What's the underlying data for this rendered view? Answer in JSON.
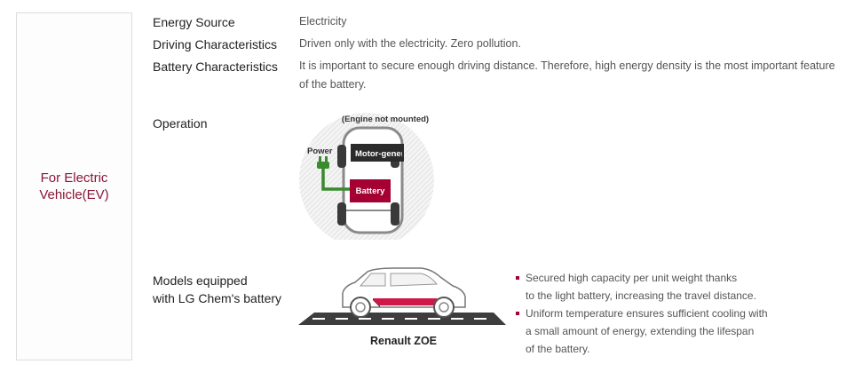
{
  "side": {
    "title_line1": "For Electric",
    "title_line2": "Vehicle(EV)"
  },
  "rows": {
    "energy_source": {
      "label": "Energy Source",
      "value": "Electricity"
    },
    "driving": {
      "label": "Driving Characteristics",
      "value": "Driven only with the electricity. Zero pollution."
    },
    "battery": {
      "label": "Battery Characteristics",
      "value_line1": "It is important to secure enough driving distance. Therefore, high energy density is the most important feature",
      "value_line2": "of the battery."
    }
  },
  "operation": {
    "label": "Operation",
    "engine_note": "(Engine not mounted)",
    "power_label": "Power",
    "motor_label": "Motor-generator",
    "battery_label": "Battery"
  },
  "models": {
    "label_line1": "Models equipped",
    "label_line2": "with LG Chem's battery",
    "car_caption": "Renault ZOE",
    "bullets": [
      {
        "line1": "Secured high capacity per unit weight thanks",
        "line2": "to the light battery, increasing the travel distance."
      },
      {
        "line1": "Uniform temperature ensures sufficient cooling with",
        "line2": "a small amount of energy, extending the lifespan",
        "line3": "of the battery."
      }
    ]
  },
  "colors": {
    "accent": "#8b1538",
    "battery": "#a50034",
    "power": "#3a8a2e"
  }
}
